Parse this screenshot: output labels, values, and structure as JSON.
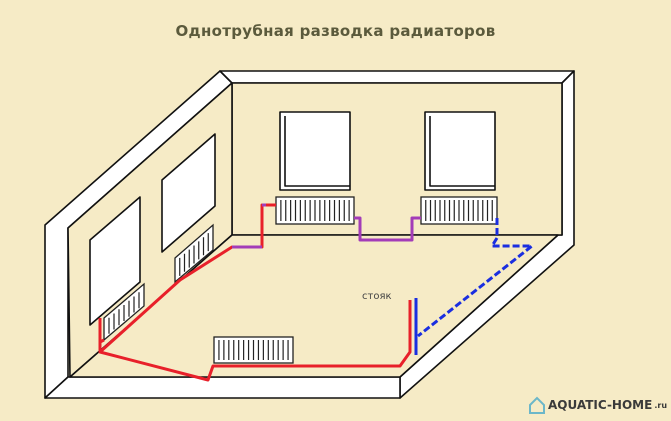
{
  "title": "Однотрубная разводка радиаторов",
  "riser_label": "стояк",
  "watermark": {
    "name": "AQUATIC-HOME",
    "suffix": ".ru",
    "icon": "house-drop-icon"
  },
  "colors": {
    "background": "#f6ebc6",
    "supply_pipe": "#e8202a",
    "transition_pipe": "#a33cb8",
    "return_pipe": "#1a2ee0"
  }
}
